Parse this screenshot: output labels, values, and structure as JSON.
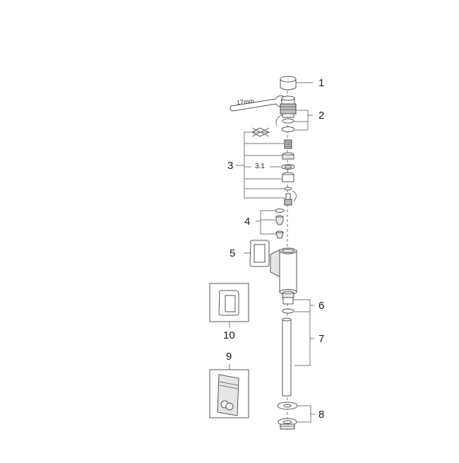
{
  "diagram": {
    "type": "exploded-parts-view",
    "colors": {
      "line": "#555555",
      "leader": "#777777",
      "text": "#1a1a1a",
      "shade": "#e6e6e6"
    },
    "tool": {
      "label": "17mm"
    },
    "callouts": [
      {
        "id": "1",
        "label": "1",
        "part": "cap"
      },
      {
        "id": "2",
        "label": "2",
        "part": "headpart-with-o-rings"
      },
      {
        "id": "3",
        "label": "3",
        "part": "cartridge-set"
      },
      {
        "id": "3.1",
        "label": "3.1",
        "part": "cartridge-ring"
      },
      {
        "id": "4",
        "label": "4",
        "part": "seal-set"
      },
      {
        "id": "5",
        "label": "5",
        "part": "wall-plate"
      },
      {
        "id": "6",
        "label": "6",
        "part": "nut-with-washer"
      },
      {
        "id": "7",
        "label": "7",
        "part": "flush-pipe"
      },
      {
        "id": "8",
        "label": "8",
        "part": "rosette-and-connector"
      },
      {
        "id": "9",
        "label": "9",
        "part": "accessory-bag"
      },
      {
        "id": "10",
        "label": "10",
        "part": "replacement-wall-plate"
      }
    ]
  }
}
